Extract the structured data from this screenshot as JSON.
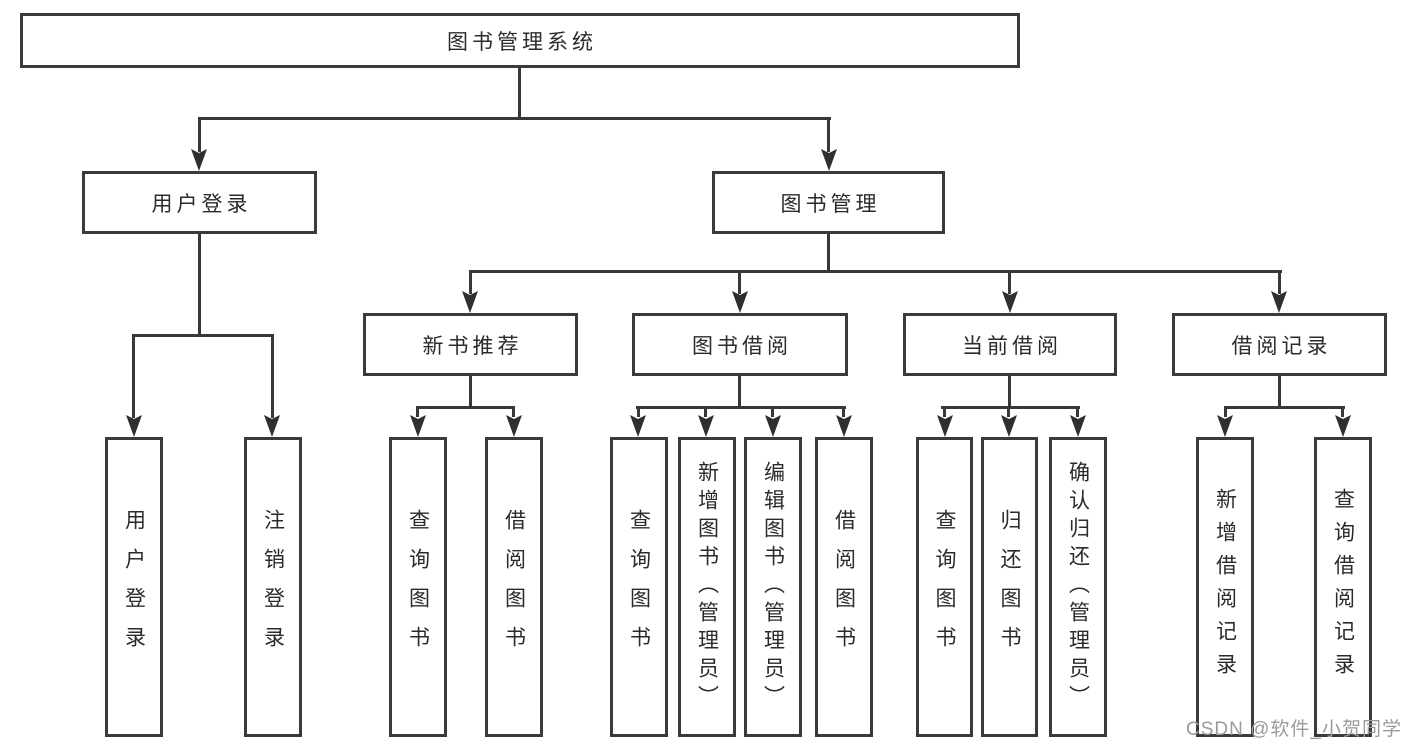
{
  "tree": {
    "root": {
      "label": "图书管理系统"
    },
    "branches": [
      {
        "label": "用户登录",
        "children": [
          {
            "label": "用户登录"
          },
          {
            "label": "注销登录"
          }
        ]
      },
      {
        "label": "图书管理",
        "groups": [
          {
            "label": "新书推荐",
            "children": [
              {
                "label": "查询图书"
              },
              {
                "label": "借阅图书"
              }
            ]
          },
          {
            "label": "图书借阅",
            "children": [
              {
                "label": "查询图书"
              },
              {
                "label": "新增图书（管理员）"
              },
              {
                "label": "编辑图书（管理员）"
              },
              {
                "label": "借阅图书"
              }
            ]
          },
          {
            "label": "当前借阅",
            "children": [
              {
                "label": "查询图书"
              },
              {
                "label": "归还图书"
              },
              {
                "label": "确认归还（管理员）"
              }
            ]
          },
          {
            "label": "借阅记录",
            "children": [
              {
                "label": "新增借阅记录"
              },
              {
                "label": "查询借阅记录"
              }
            ]
          }
        ]
      }
    ]
  },
  "watermark": {
    "text": "CSDN @软件_小贺同学"
  },
  "colors": {
    "line": "#383838",
    "border": "#3a3a3a",
    "text": "#2b2b2b",
    "watermark": "#9b9b9b",
    "background": "#ffffff"
  }
}
